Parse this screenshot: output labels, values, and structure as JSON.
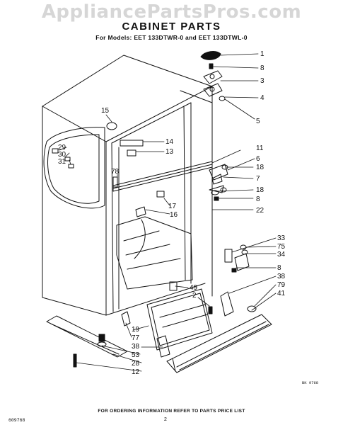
{
  "watermark": "AppliancePartsPros.com",
  "title": "CABINET PARTS",
  "subtitle": "For Models: EET 133DTWR-0 and EET 133DTWL-0",
  "footer_note": "FOR ORDERING INFORMATION REFER TO PARTS PRICE LIST",
  "code_left": "609768",
  "code_right": "BK 9768",
  "page_number": "2",
  "callouts": [
    "1",
    "8",
    "3",
    "4",
    "5",
    "15",
    "14",
    "13",
    "29",
    "30",
    "31",
    "11",
    "6",
    "18",
    "7",
    "18",
    "8",
    "78",
    "17",
    "16",
    "22",
    "33",
    "75",
    "34",
    "8",
    "38",
    "49",
    "2",
    "79",
    "41",
    "19",
    "77",
    "38",
    "53",
    "28",
    "12"
  ]
}
